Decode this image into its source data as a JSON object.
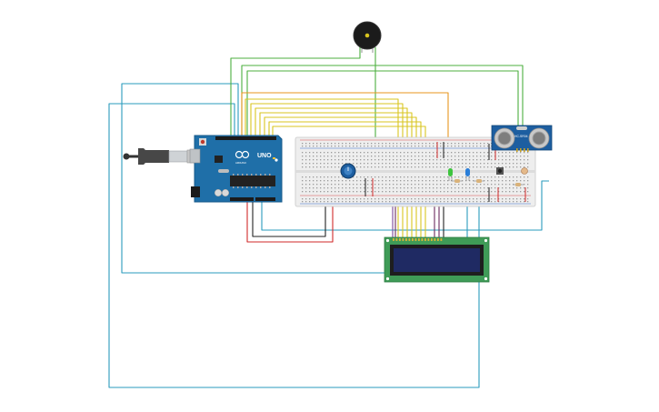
{
  "arduino": {
    "brand": "UNO",
    "logo_text": "ARDUINO",
    "colors": {
      "board": "#1f6fa8",
      "board_edge": "#175a8a",
      "header": "#1b1b1b"
    }
  },
  "ultrasonic": {
    "model": "HC-SR04",
    "colors": {
      "board": "#1d5ea0",
      "eye": "#c9c9c9"
    }
  },
  "buzzer": {
    "icon": "piezo-buzzer-icon"
  },
  "lcd": {
    "colors": {
      "pcb": "#3f9b57",
      "bezel": "#1e1e1e",
      "screen": "#1f2a63"
    }
  },
  "usb_cable": {
    "icon": "usb-plug-icon"
  },
  "breadboard": {
    "colors": {
      "body": "#eeeeee",
      "rail_red": "#d94b4b",
      "rail_blue": "#3b6fd0"
    }
  },
  "wire_colors": {
    "blue": "#2a9bbd",
    "green": "#4caf3f",
    "orange": "#e8961e",
    "yellow": "#d8c51f",
    "red": "#d02a2a",
    "black": "#222222",
    "purple": "#7c4a9a"
  }
}
